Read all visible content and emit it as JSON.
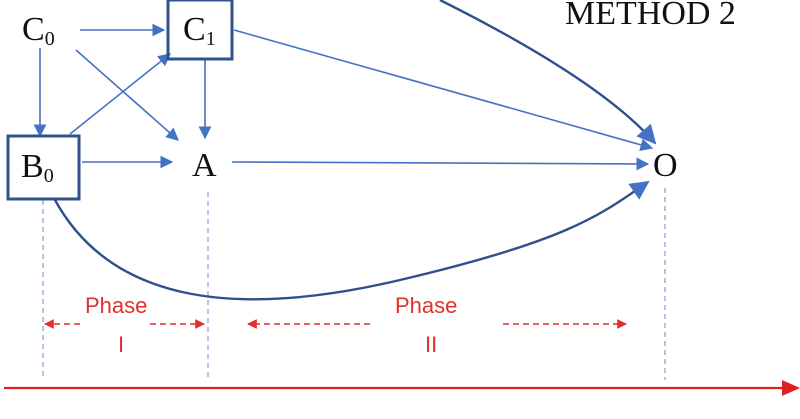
{
  "title": "METHOD 2",
  "nodes": {
    "c0": {
      "letter": "C",
      "sub": "0"
    },
    "c1": {
      "letter": "C",
      "sub": "1"
    },
    "b0": {
      "letter": "B",
      "sub": "0"
    },
    "a": {
      "letter": "A"
    },
    "o": {
      "letter": "O"
    }
  },
  "phases": {
    "phase1": {
      "word": "Phase",
      "numeral": "I"
    },
    "phase2": {
      "word": "Phase",
      "numeral": "II"
    }
  },
  "colors": {
    "arrow": "#4472C4",
    "curve": "#2F4F8F",
    "box": "#2F528F",
    "phase": "#E03030",
    "timeline": "#E02020",
    "guide": "#7F9FD0"
  }
}
